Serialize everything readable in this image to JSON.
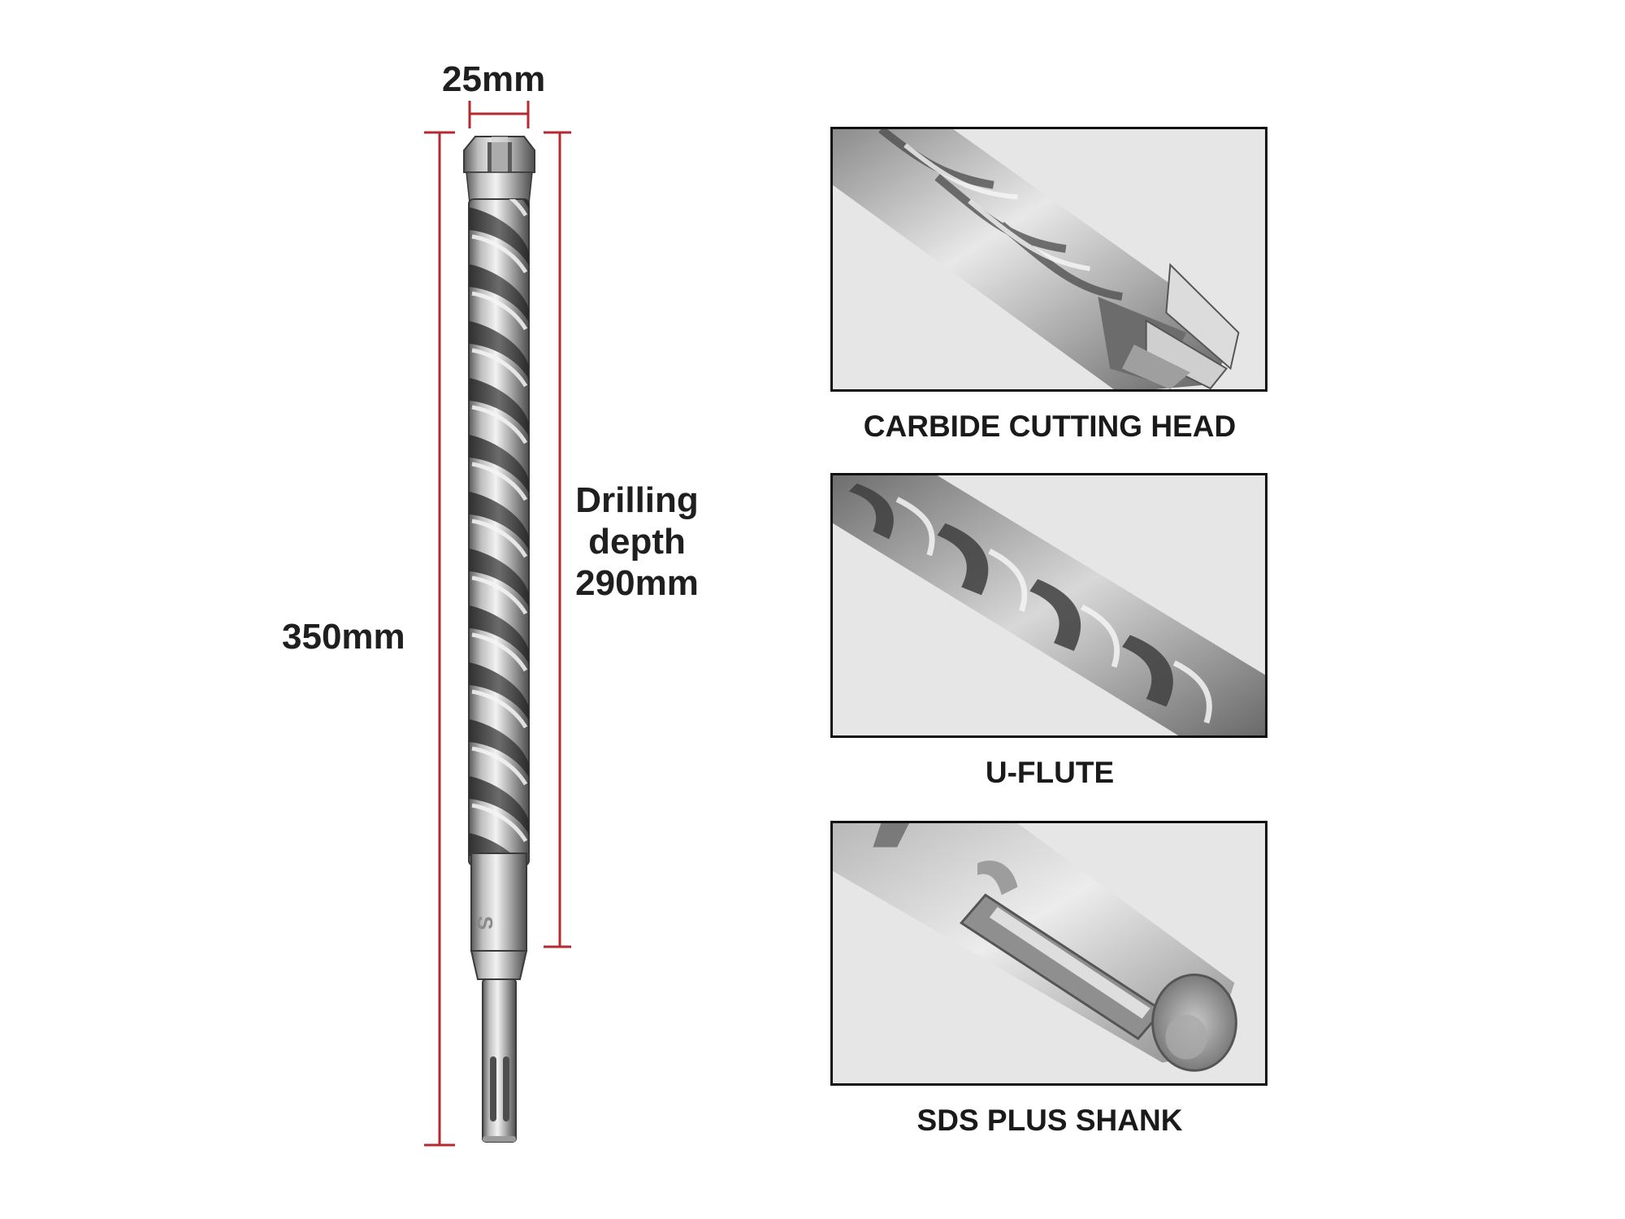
{
  "dimensions": {
    "diameter": "25mm",
    "overall_length": "350mm",
    "drilling_depth_lines": [
      "Drilling",
      "depth",
      "290mm"
    ]
  },
  "features": [
    {
      "caption": "CARBIDE CUTTING HEAD",
      "icon": "carbide-cutting-head-closeup"
    },
    {
      "caption": "U-FLUTE",
      "icon": "u-flute-closeup"
    },
    {
      "caption": "SDS PLUS SHANK",
      "icon": "sds-plus-shank-closeup"
    }
  ],
  "shank_mark": "S",
  "colors": {
    "dimension_line": "#b52a2f",
    "text": "#1f1f1f",
    "panel_border": "#111111",
    "panel_bg": "#e6e6e6",
    "steel_light": "#d9d9d9",
    "steel_mid": "#9a9a9a",
    "steel_dark": "#4a4a4a"
  }
}
